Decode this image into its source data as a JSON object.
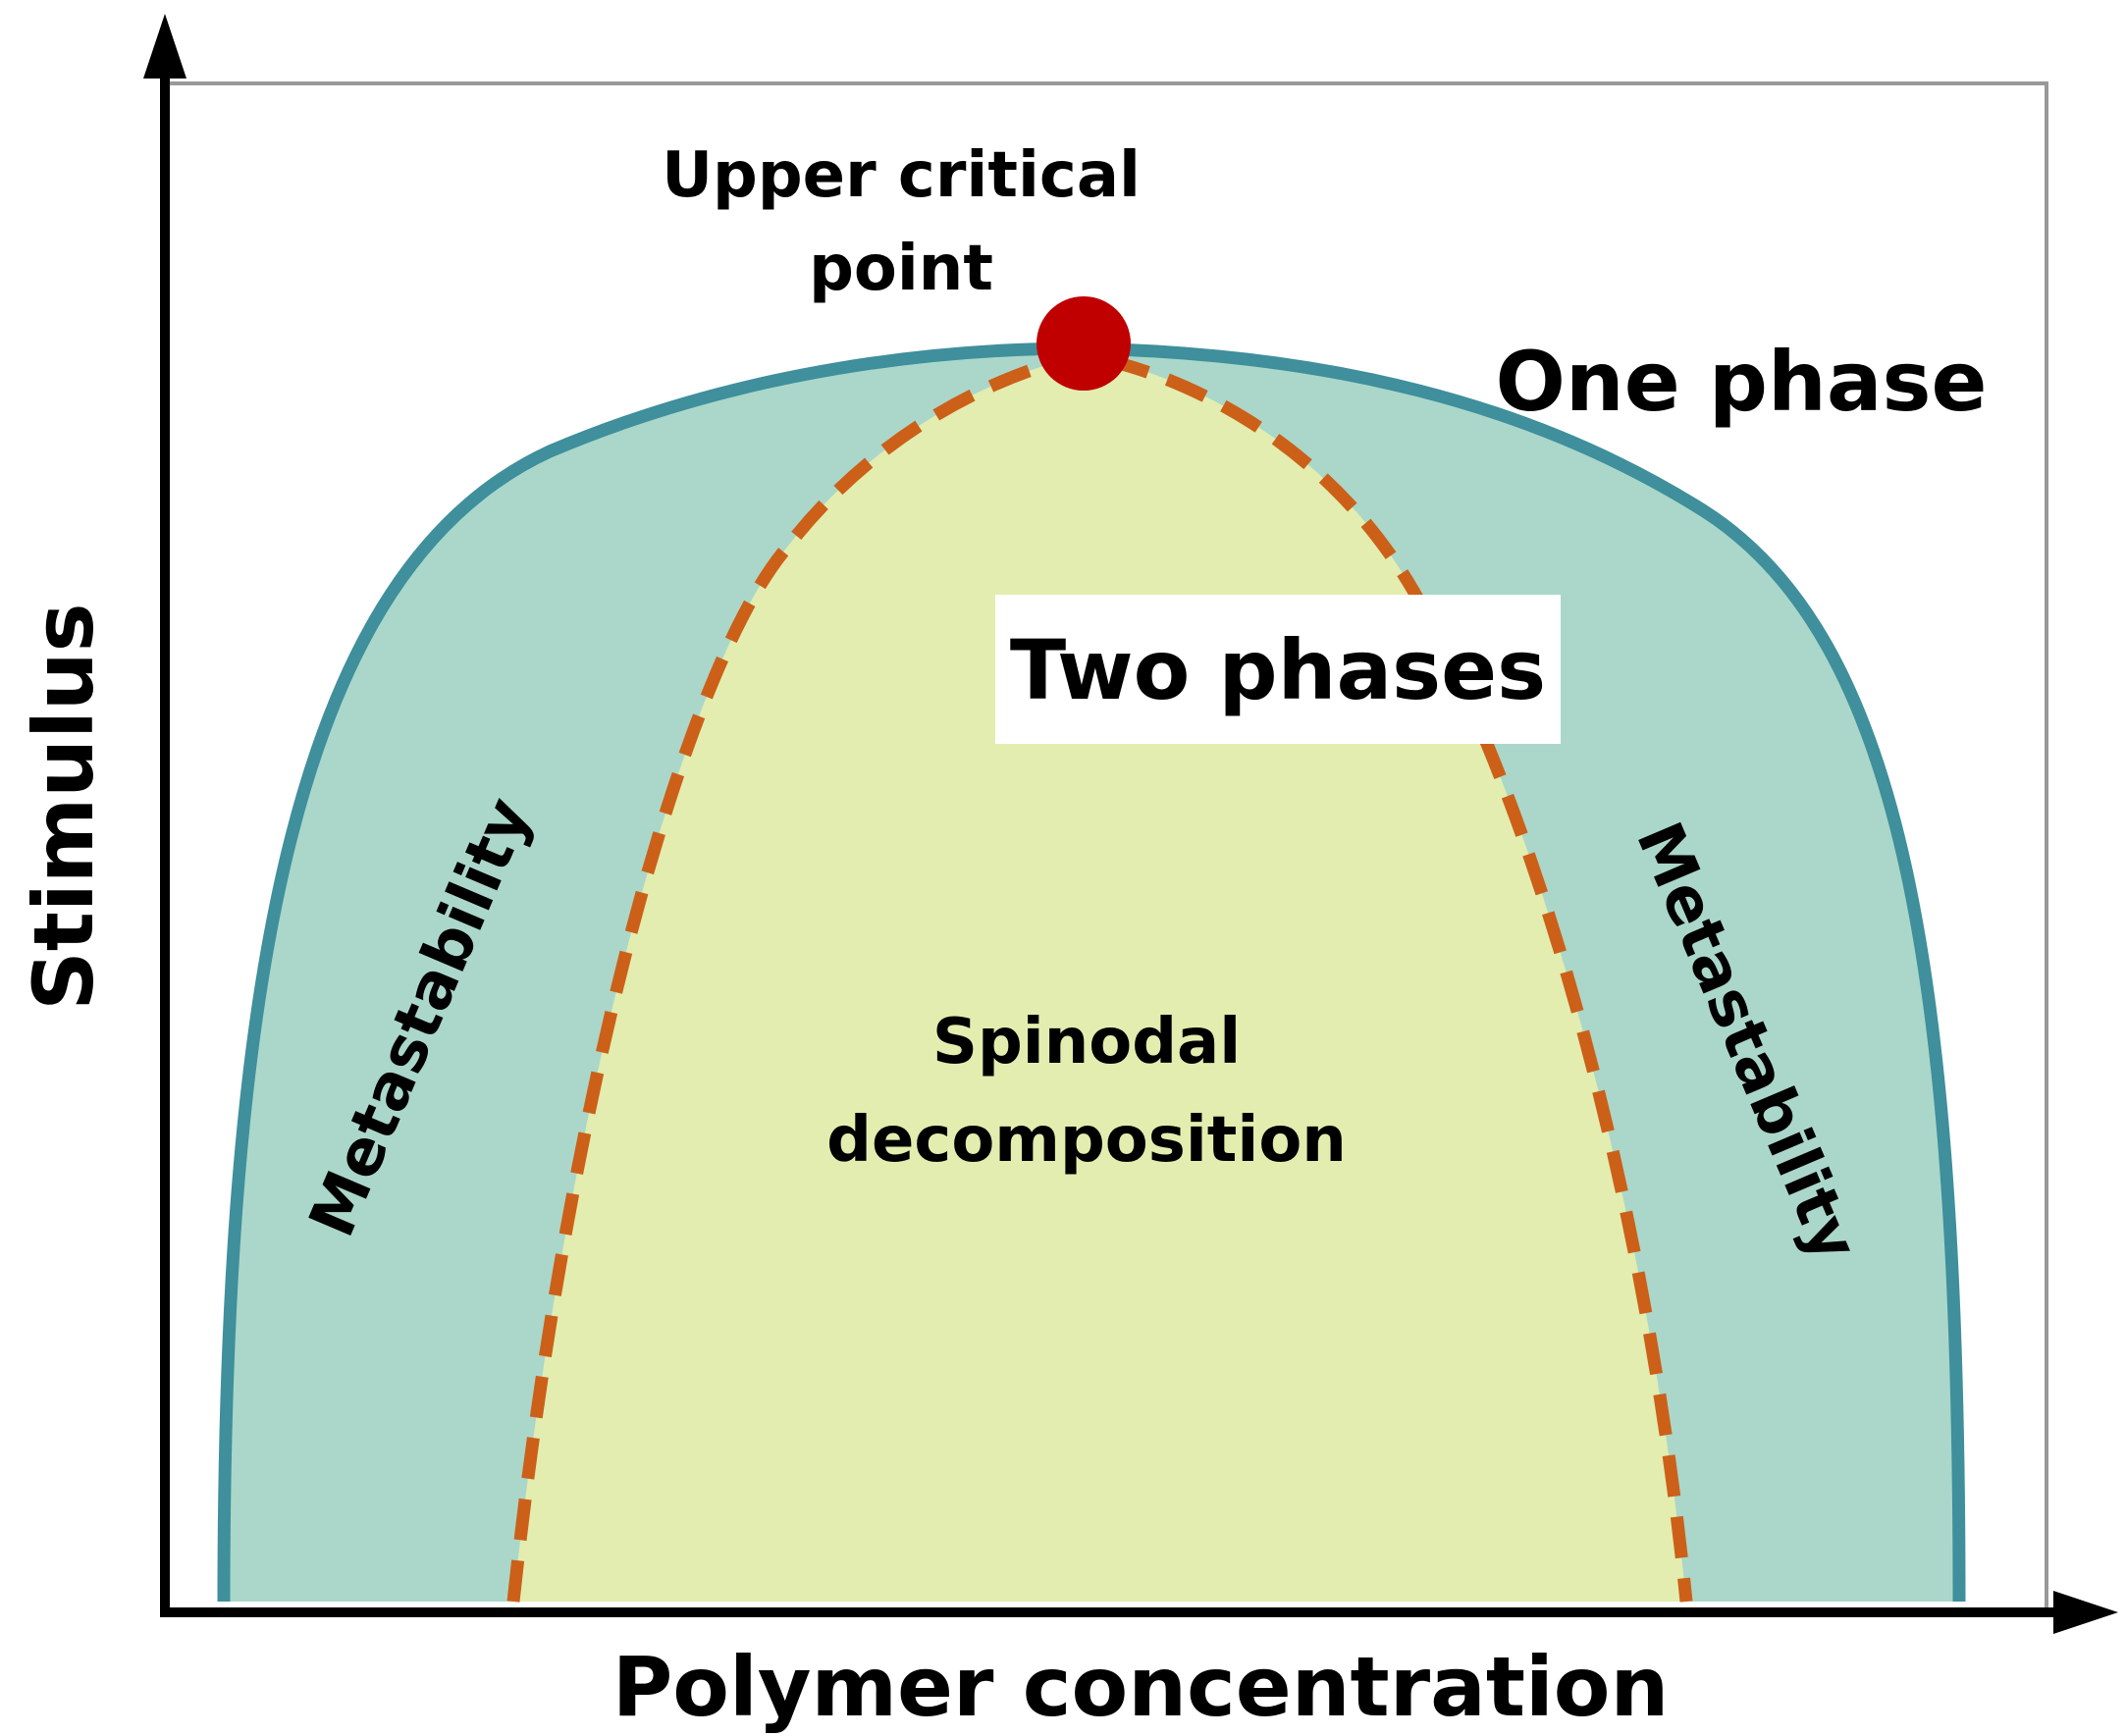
{
  "labels": {
    "y_axis": "Stimulus",
    "x_axis": "Polymer concentration",
    "critical_point_line1": "Upper critical",
    "critical_point_line2": "point",
    "one_phase": "One phase",
    "two_phases": "Two phases",
    "spinodal_line1": "Spinodal",
    "spinodal_line2": "decomposition",
    "metastability_left": "Metastability",
    "metastability_right": "Metastability"
  },
  "colors": {
    "binodal_stroke": "#3f8f9c",
    "metastable_fill": "#aad7c9",
    "spinodal_fill": "#e3edaf",
    "spinodal_stroke": "#cc6019",
    "critical_point": "#c00000",
    "axis": "#000000",
    "frame": "#999999",
    "label_box": "#ffffff"
  }
}
